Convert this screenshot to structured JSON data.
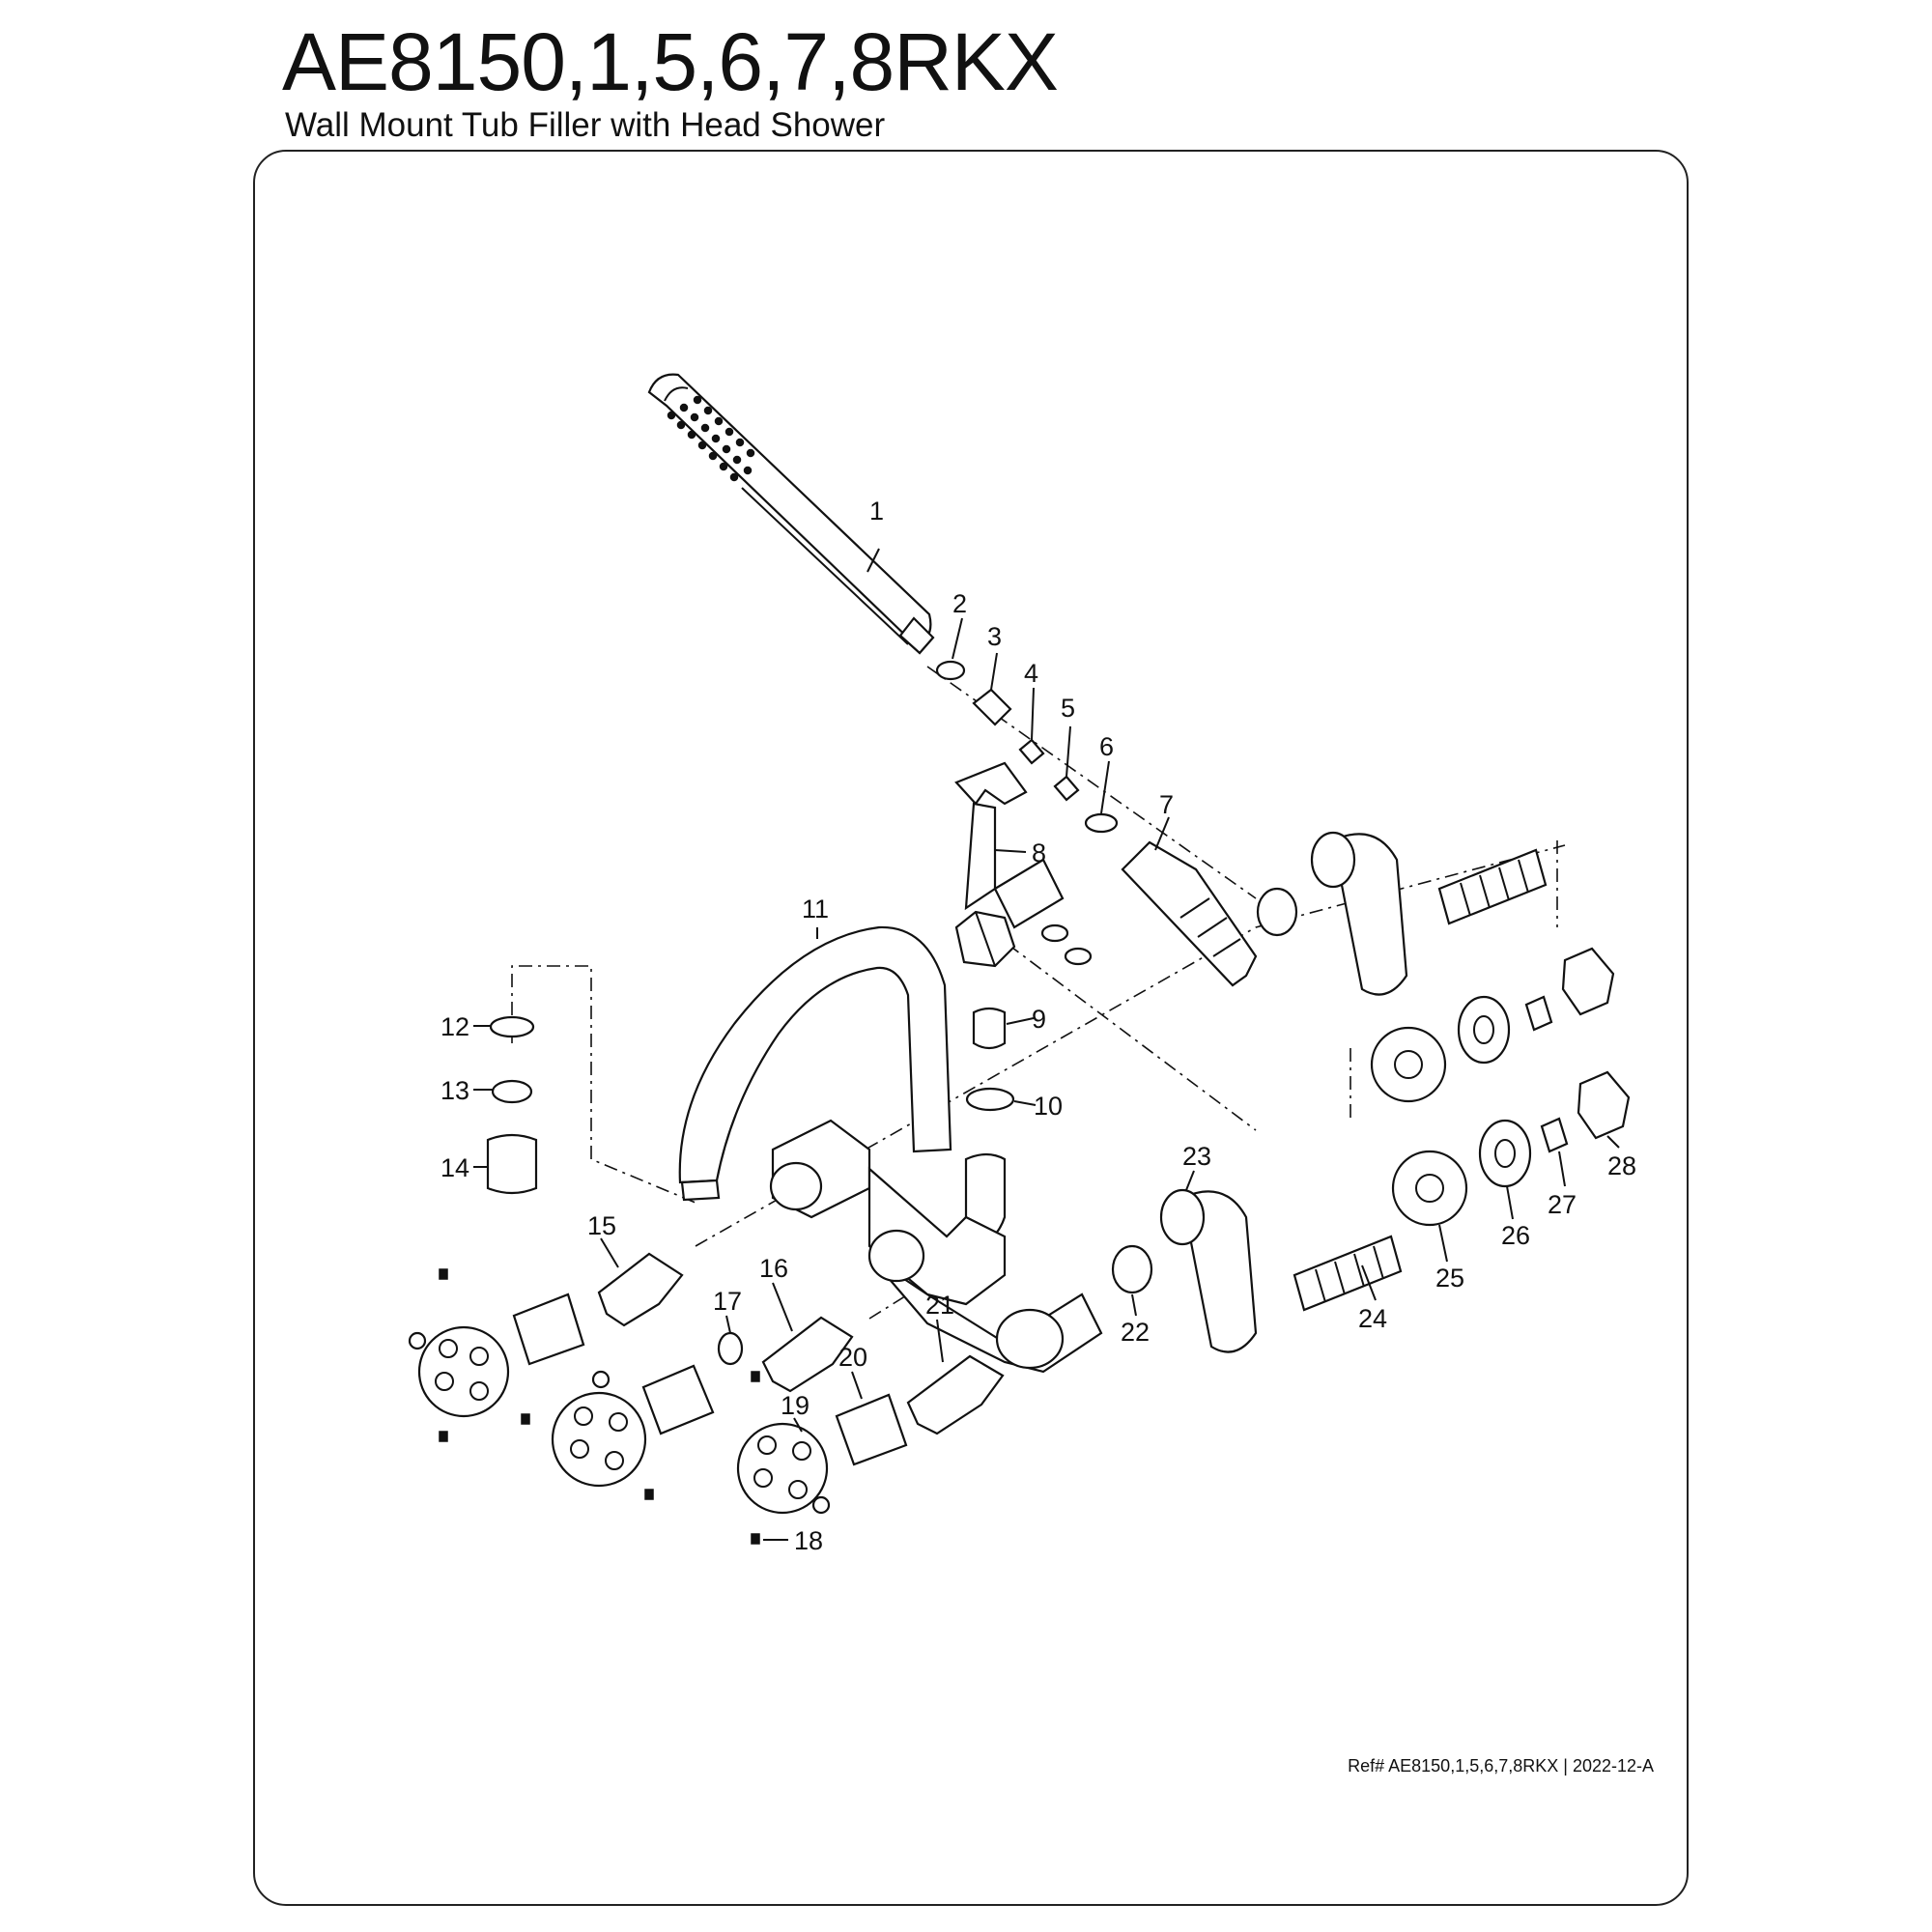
{
  "header": {
    "title": "AE8150,1,5,6,7,8RKX",
    "subtitle": "Wall Mount Tub Filler with Head Shower"
  },
  "footer": {
    "ref": "Ref# AE8150,1,5,6,7,8RKX | 2022-12-A"
  },
  "callouts": [
    "1",
    "2",
    "3",
    "4",
    "5",
    "6",
    "7",
    "8",
    "9",
    "10",
    "11",
    "12",
    "13",
    "14",
    "15",
    "16",
    "17",
    "18",
    "19",
    "20",
    "21",
    "22",
    "23",
    "24",
    "25",
    "26",
    "27",
    "28"
  ]
}
